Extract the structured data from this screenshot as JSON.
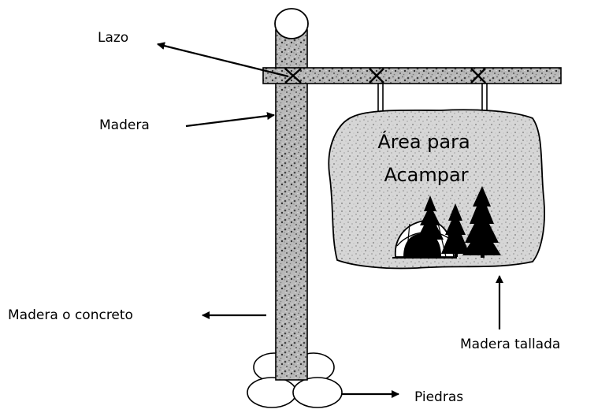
{
  "labels": {
    "lazo": "Lazo",
    "madera": "Madera",
    "madera_o_concreto": "Madera o concreto",
    "madera_tallada": "Madera tallada",
    "piedras": "Piedras"
  },
  "sign": {
    "line1": "Área para",
    "line2": "Acampar"
  }
}
